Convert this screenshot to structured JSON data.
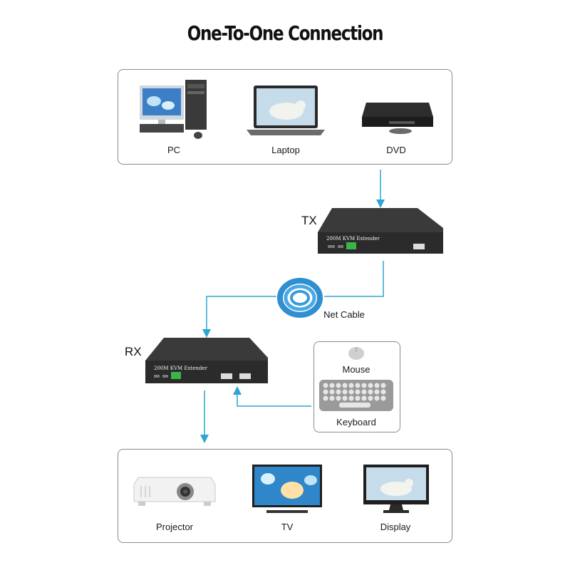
{
  "title": "One-To-One Connection",
  "sources": {
    "items": [
      {
        "label": "PC",
        "icon": "pc-icon"
      },
      {
        "label": "Laptop",
        "icon": "laptop-icon"
      },
      {
        "label": "DVD",
        "icon": "dvd-player-icon"
      }
    ]
  },
  "tx": {
    "label": "TX",
    "device_text": "200M KVM Extender"
  },
  "cable": {
    "label": "Net Cable",
    "icon": "network-cable-icon"
  },
  "rx": {
    "label": "RX",
    "device_text": "200M KVM Extender"
  },
  "peripherals": {
    "mouse_label": "Mouse",
    "keyboard_label": "Keyboard"
  },
  "outputs": {
    "items": [
      {
        "label": "Projector",
        "icon": "projector-icon"
      },
      {
        "label": "TV",
        "icon": "tv-icon"
      },
      {
        "label": "Display",
        "icon": "monitor-icon"
      }
    ]
  },
  "colors": {
    "arrow": "#2aa6d4",
    "border": "#8a8a8a",
    "device": "#2b2b2b"
  }
}
